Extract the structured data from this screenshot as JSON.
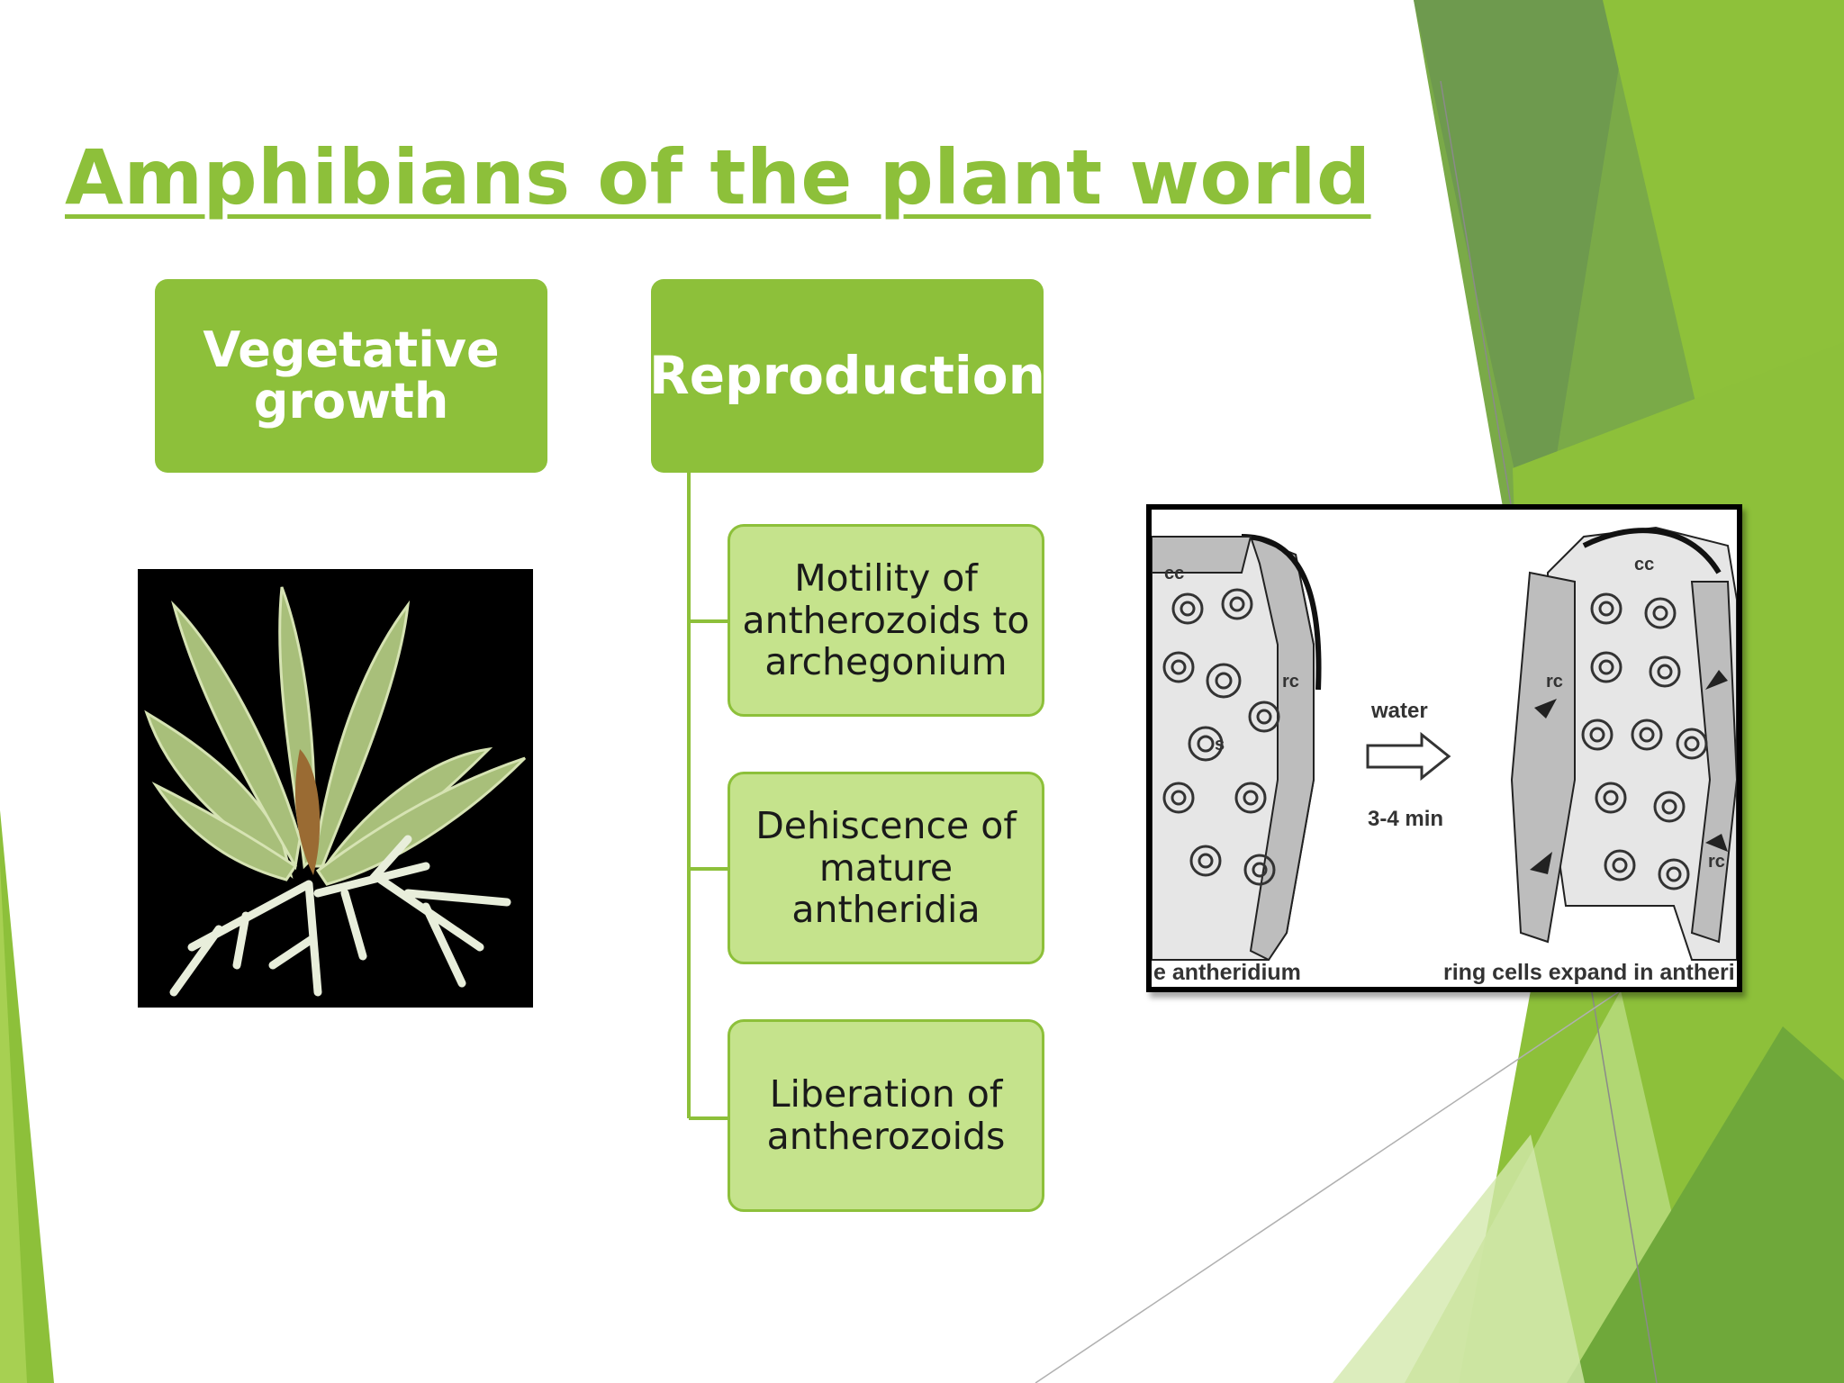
{
  "title": "Amphibians of the plant world",
  "vegetative": {
    "line1": "Vegetative",
    "line2": "growth"
  },
  "reproduction": {
    "label": "Reproduction"
  },
  "steps": [
    {
      "line1": "Motility of",
      "line2": "antherozoids to",
      "line3": "archegonium"
    },
    {
      "line1": "Dehiscence of",
      "line2": "mature",
      "line3": "antheridia"
    },
    {
      "line1": "Liberation of",
      "line2": "antherozoids"
    }
  ],
  "diagram": {
    "cc_left": "cc",
    "cc_right": "cc",
    "rc_left": "rc",
    "rc_right1": "rc",
    "rc_right2": "rc",
    "s": "s",
    "water": "water",
    "time": "3-4 min",
    "caption_left": "e antheridium",
    "caption_right": "ring cells expand in antheri"
  },
  "colors": {
    "accent": "#8dc03a",
    "light": "#c5e38c",
    "dark_green": "#6e9a4e"
  }
}
